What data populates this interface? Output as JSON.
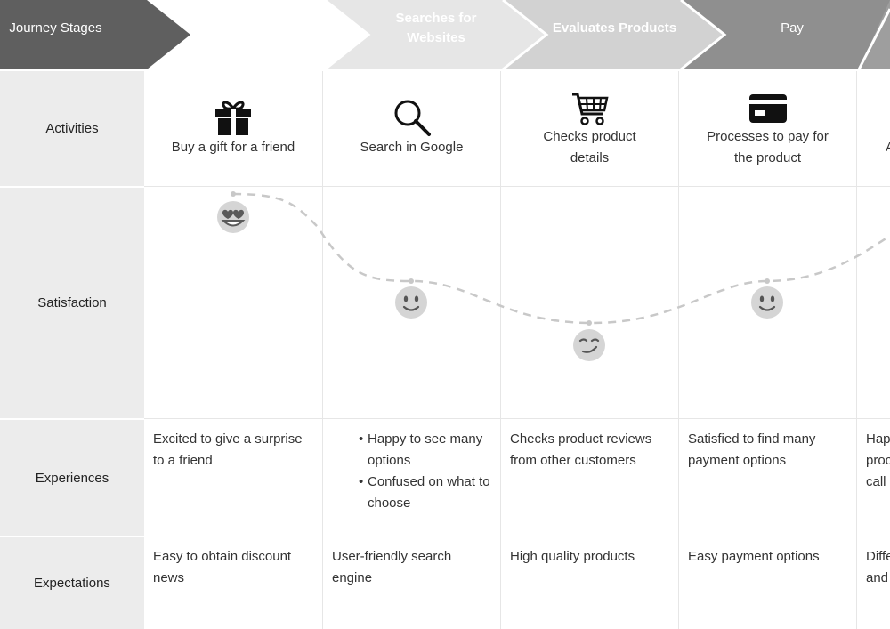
{
  "header": {
    "journey_label": "Journey Stages",
    "stages": [
      "",
      "Searches for Websites",
      "Evaluates Products",
      "Pay"
    ]
  },
  "rows": {
    "activities": "Activities",
    "satisfaction": "Satisfaction",
    "experiences": "Experiences",
    "expectations": "Expectations"
  },
  "activities": [
    {
      "icon": "gift-icon",
      "text": "Buy a gift for a friend"
    },
    {
      "icon": "search-icon",
      "text": "Search in Google"
    },
    {
      "icon": "shopping-cart-icon",
      "text": "Checks product details"
    },
    {
      "icon": "credit-card-icon",
      "text": "Processes to pay for the product"
    },
    {
      "icon": "",
      "text": "A"
    }
  ],
  "satisfaction": [
    {
      "emoji": "heart-eyes-emoji",
      "symbol": "😍"
    },
    {
      "emoji": "slight-smile-emoji",
      "symbol": "🙂"
    },
    {
      "emoji": "smirk-emoji",
      "symbol": "😏"
    },
    {
      "emoji": "slight-smile-emoji",
      "symbol": "🙂"
    }
  ],
  "experiences": [
    {
      "text": "Excited to give a surprise to a friend"
    },
    {
      "bullets": [
        "Happy to see many options",
        "Confused on what to choose"
      ]
    },
    {
      "text": "Checks product reviews from other customers"
    },
    {
      "text": "Satisfied to find many payment options"
    },
    {
      "lines": [
        "Hap",
        "proc",
        "call"
      ]
    }
  ],
  "expectations": [
    {
      "text": "Easy to obtain discount news"
    },
    {
      "text": "User-friendly search engine"
    },
    {
      "text": "High quality products"
    },
    {
      "text": "Easy payment options"
    },
    {
      "lines": [
        "Diffe",
        "and"
      ]
    }
  ]
}
